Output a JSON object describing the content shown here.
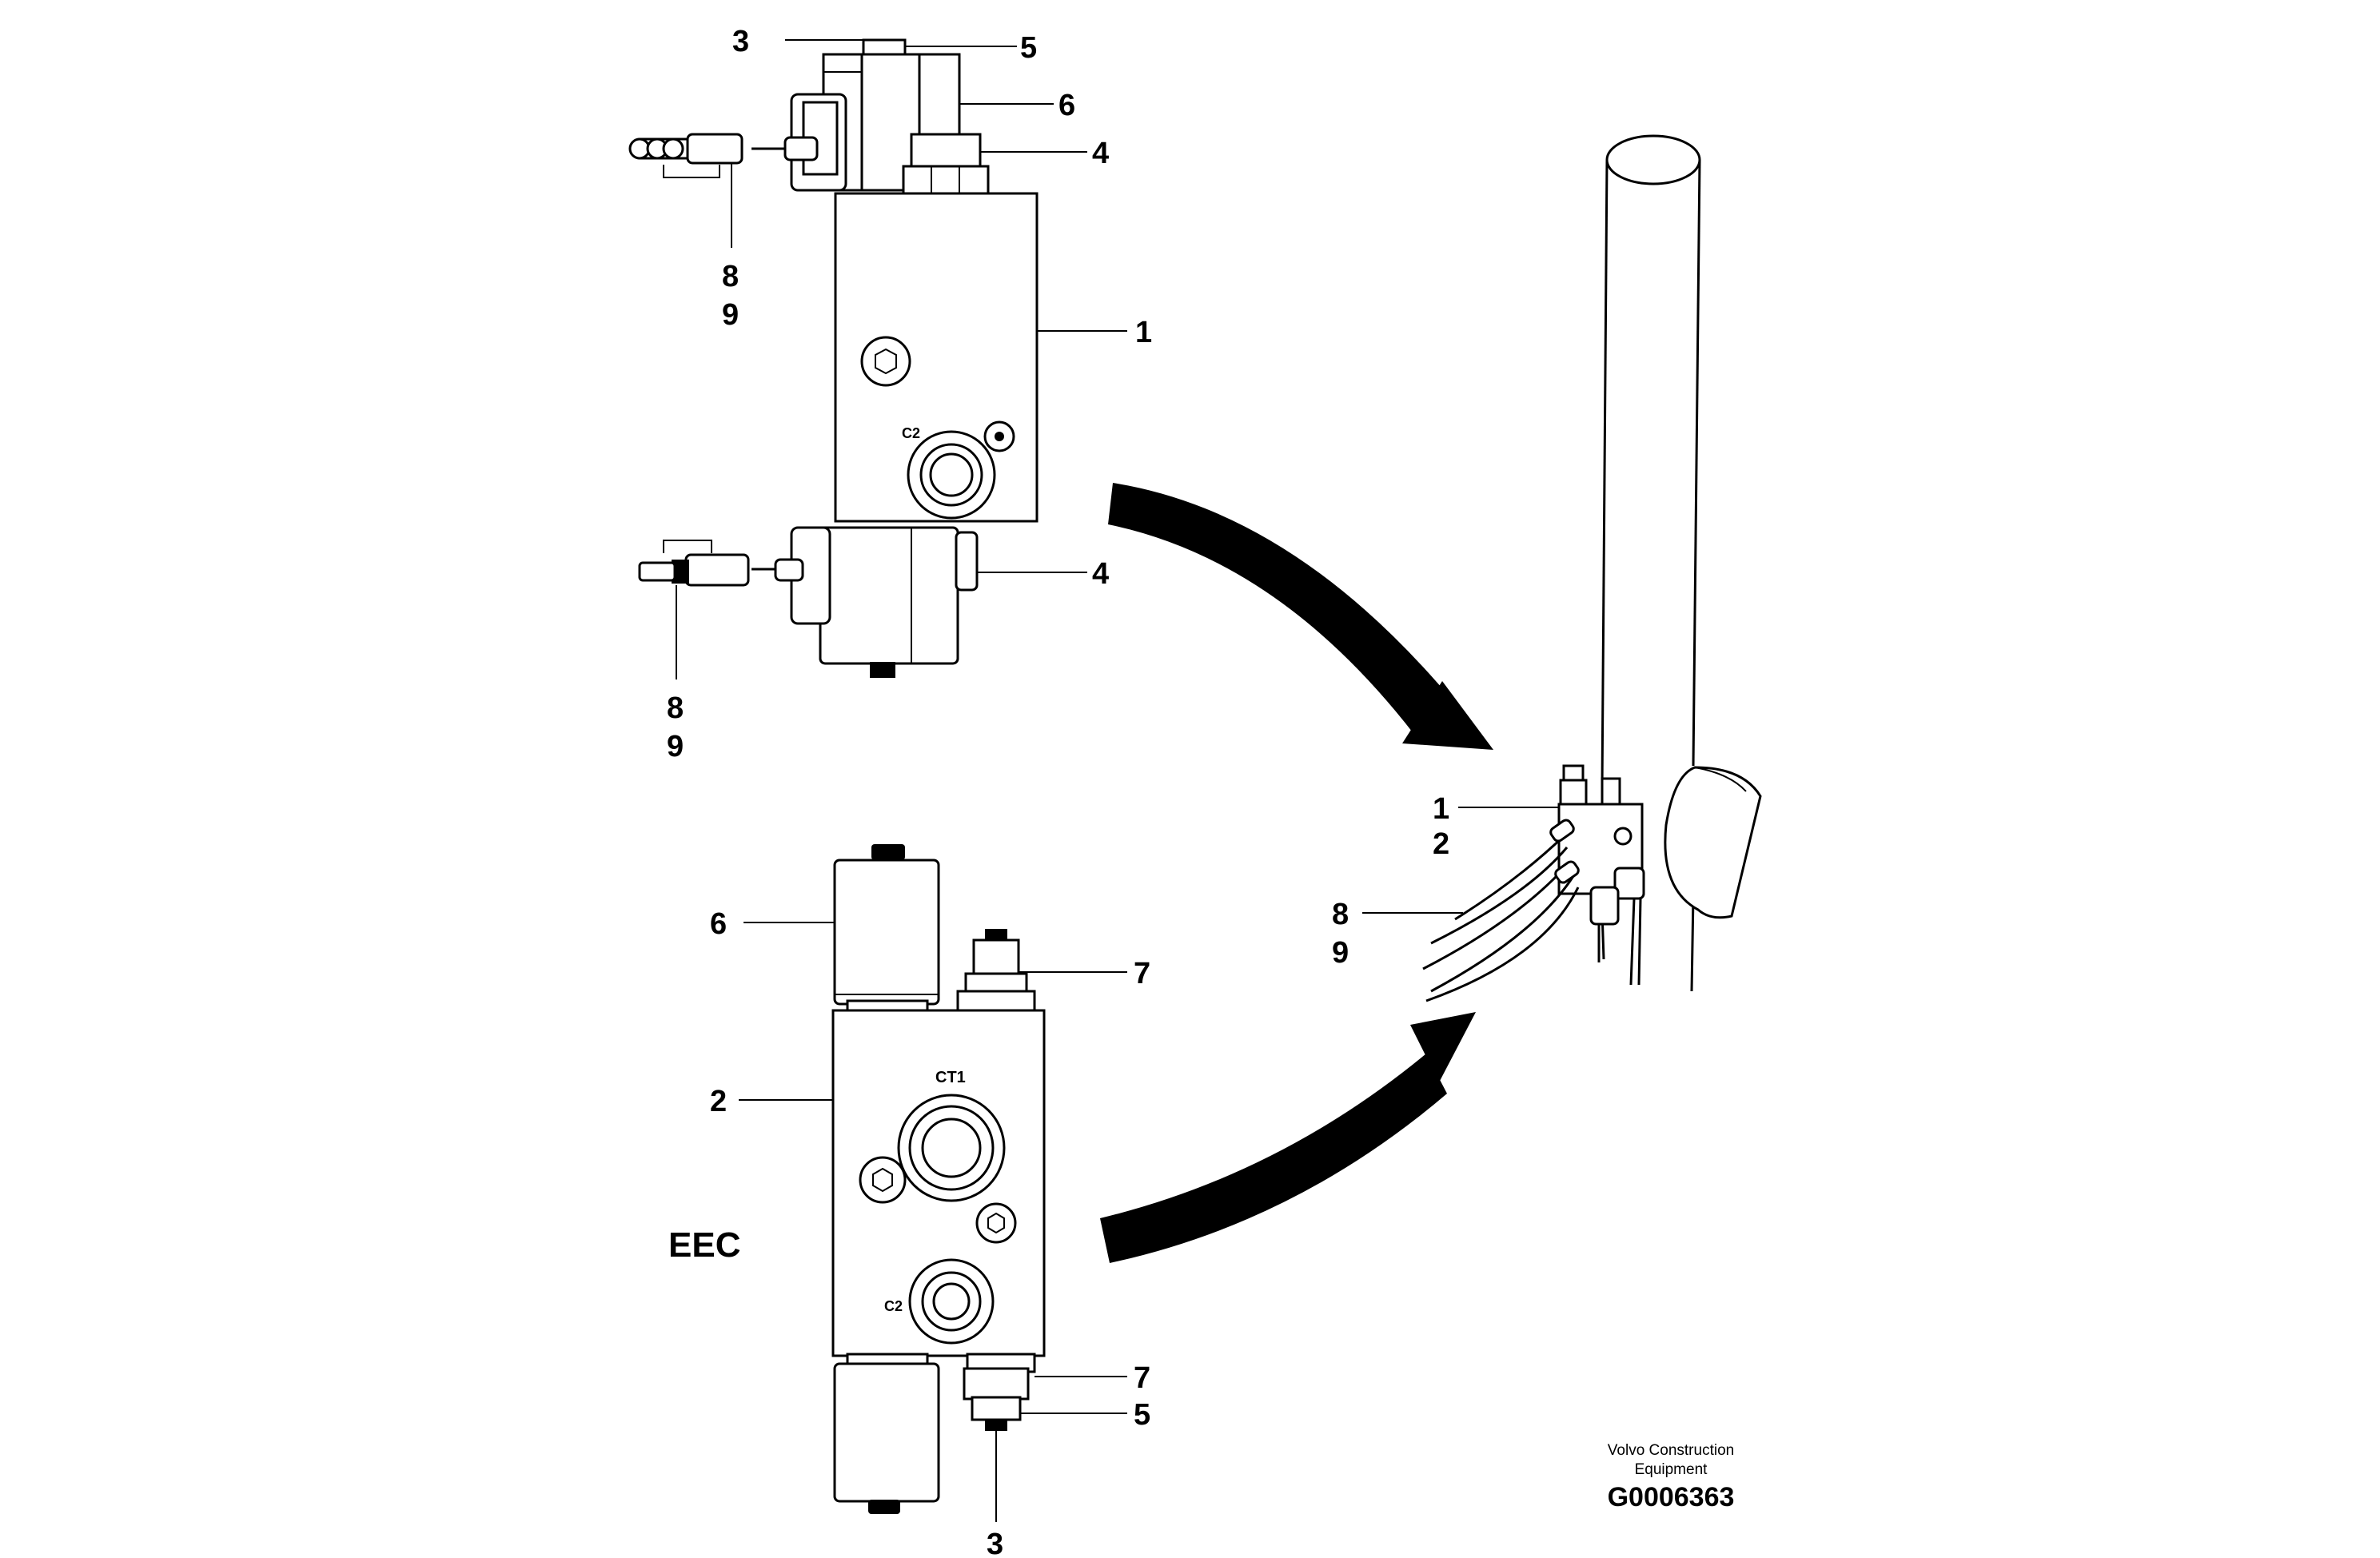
{
  "callouts": {
    "top_valve": {
      "c3": "3",
      "c5": "5",
      "c6": "6",
      "c4a": "4",
      "c8a": "8",
      "c9a": "9",
      "c1": "1",
      "c4b": "4",
      "c8b": "8",
      "c9b": "9"
    },
    "bottom_valve": {
      "c6": "6",
      "c7a": "7",
      "c2": "2",
      "c7b": "7",
      "c5": "5",
      "c3": "3"
    },
    "assembly": {
      "c1": "1",
      "c2": "2",
      "c8": "8",
      "c9": "9"
    }
  },
  "port_marks": {
    "top_c2": "C2",
    "bottom_ct1": "CT1",
    "bottom_c2": "C2"
  },
  "variant_label": "EEC",
  "footer": {
    "credit_line1": "Volvo Construction",
    "credit_line2": "Equipment",
    "drawing_id": "G0006363"
  }
}
